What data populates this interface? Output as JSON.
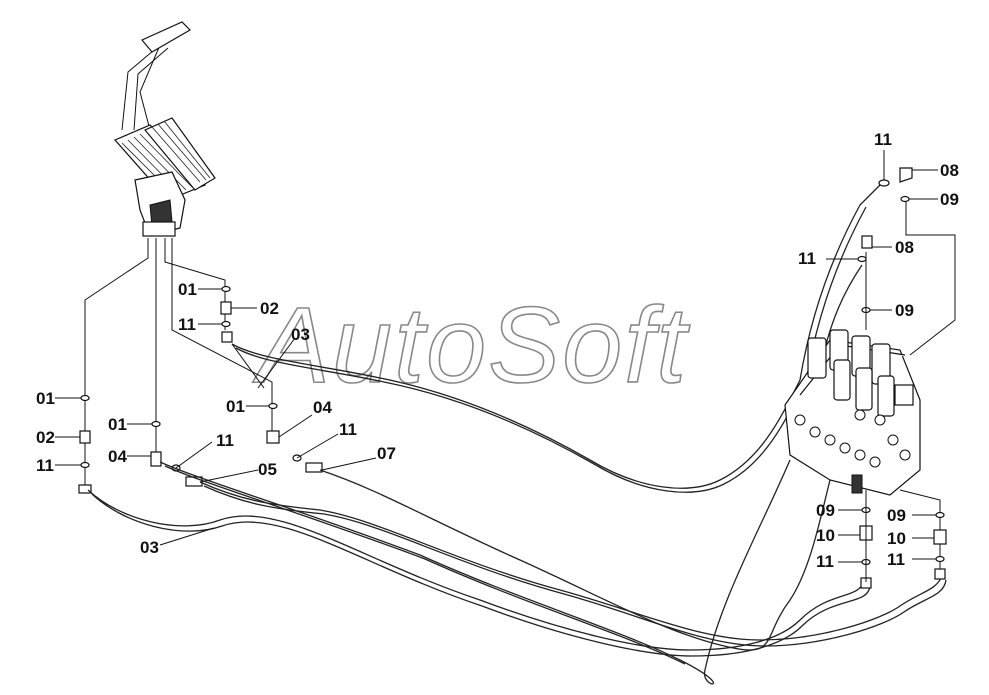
{
  "watermark": "AutoSoft",
  "callouts": [
    {
      "id": "lbl-01-a",
      "text": "01"
    },
    {
      "id": "lbl-02-a",
      "text": "02"
    },
    {
      "id": "lbl-11-a",
      "text": "11"
    },
    {
      "id": "lbl-03-a",
      "text": "03"
    },
    {
      "id": "lbl-01-b",
      "text": "01"
    },
    {
      "id": "lbl-02-b",
      "text": "02"
    },
    {
      "id": "lbl-11-b",
      "text": "11"
    },
    {
      "id": "lbl-01-c",
      "text": "01"
    },
    {
      "id": "lbl-04-a",
      "text": "04"
    },
    {
      "id": "lbl-11-c",
      "text": "11"
    },
    {
      "id": "lbl-05",
      "text": "05"
    },
    {
      "id": "lbl-03-b",
      "text": "03"
    },
    {
      "id": "lbl-01-d",
      "text": "01"
    },
    {
      "id": "lbl-04-b",
      "text": "04"
    },
    {
      "id": "lbl-11-d",
      "text": "11"
    },
    {
      "id": "lbl-07",
      "text": "07"
    },
    {
      "id": "lbl-11-e",
      "text": "11"
    },
    {
      "id": "lbl-08-a",
      "text": "08"
    },
    {
      "id": "lbl-09-a",
      "text": "09"
    },
    {
      "id": "lbl-11-f",
      "text": "11"
    },
    {
      "id": "lbl-08-b",
      "text": "08"
    },
    {
      "id": "lbl-09-b",
      "text": "09"
    },
    {
      "id": "lbl-09-c",
      "text": "09"
    },
    {
      "id": "lbl-10-a",
      "text": "10"
    },
    {
      "id": "lbl-11-g",
      "text": "11"
    },
    {
      "id": "lbl-09-d",
      "text": "09"
    },
    {
      "id": "lbl-10-b",
      "text": "10"
    },
    {
      "id": "lbl-11-h",
      "text": "11"
    }
  ]
}
